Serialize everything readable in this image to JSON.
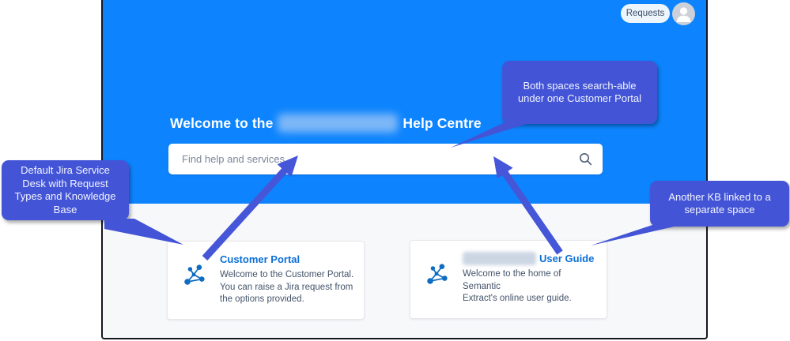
{
  "header": {
    "requests_button": "Requests",
    "title_prefix": "Welcome to the",
    "title_suffix": "Help Centre",
    "title_redaction_note": "company name blurred out",
    "search_placeholder": "Find help and services"
  },
  "cards": [
    {
      "title": "Customer Portal",
      "body": "Welcome to the Customer Portal.\nYou can raise a Jira request from\nthe options provided."
    },
    {
      "title": "User Guide",
      "title_redaction_note": "space name blurred out",
      "body": "Welcome to the home of Semantic\nExtract's online user guide."
    }
  ],
  "annotations": {
    "left": {
      "text": "Default Jira Service\nDesk with Request\nTypes and Knowledge\nBase"
    },
    "top": {
      "text": "Both spaces search-able\nunder one Customer Portal"
    },
    "right": {
      "text": "Another KB linked to a\nseparate space"
    }
  },
  "colors": {
    "header_blue": "#0d84fd",
    "annotation_blue": "#4355d6",
    "arrow_blue": "#4656d8",
    "link_blue": "#0c6fd6",
    "body_background": "#f7f8fa",
    "card_border": "#e6e8ec"
  }
}
